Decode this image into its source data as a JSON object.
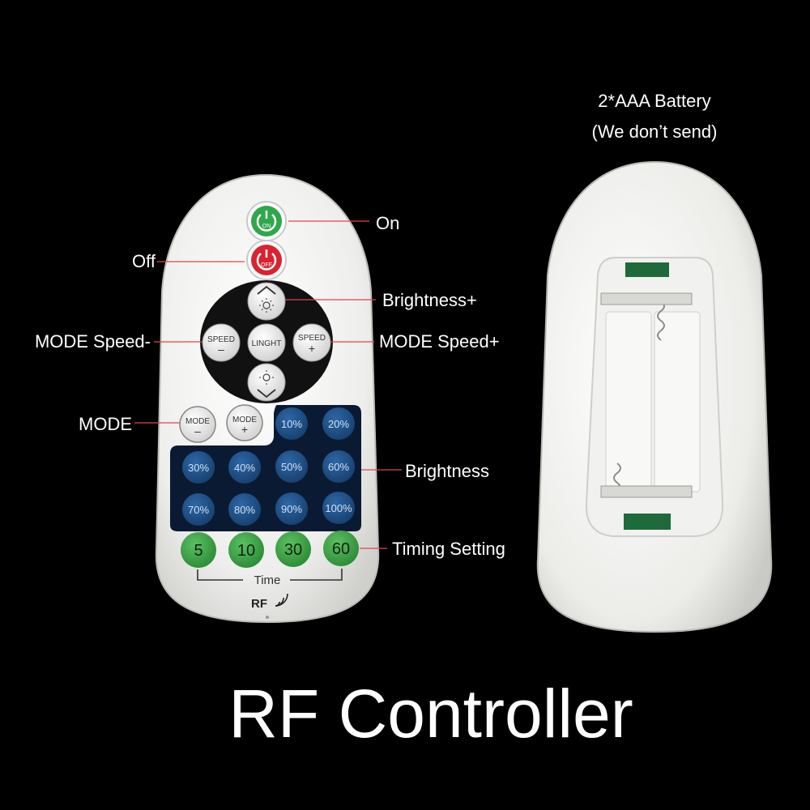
{
  "title": "RF Controller",
  "battery": {
    "line1": "2*AAA Battery",
    "line2": "(We don’t send)"
  },
  "callouts": {
    "on": "On",
    "off": "Off",
    "brightness_plus": "Brightness+",
    "mode_speed_minus": "MODE Speed-",
    "mode_speed_plus": "MODE Speed+",
    "mode": "MODE",
    "brightness": "Brightness",
    "timing": "Timing Setting"
  },
  "remote": {
    "on_text": "ON",
    "off_text": "OFF",
    "speed_minus": {
      "top": "SPEED",
      "sign": "–"
    },
    "speed_plus": {
      "top": "SPEED",
      "sign": "+"
    },
    "light": "LINGHT",
    "mode_minus": {
      "top": "MODE",
      "sign": "–"
    },
    "mode_plus": {
      "top": "MODE",
      "sign": "+"
    },
    "brightness_levels": [
      "10%",
      "20%",
      "30%",
      "40%",
      "50%",
      "60%",
      "70%",
      "80%",
      "90%",
      "100%"
    ],
    "timers": [
      "5",
      "10",
      "30",
      "60"
    ],
    "time_label": "Time",
    "brand": "RF"
  },
  "colors": {
    "on_green": "#2ea84a",
    "off_red": "#d9232e",
    "blue_key": "#1f4f86",
    "timer_green": "#3fa64a",
    "navy_panel": "#0b1a33"
  }
}
